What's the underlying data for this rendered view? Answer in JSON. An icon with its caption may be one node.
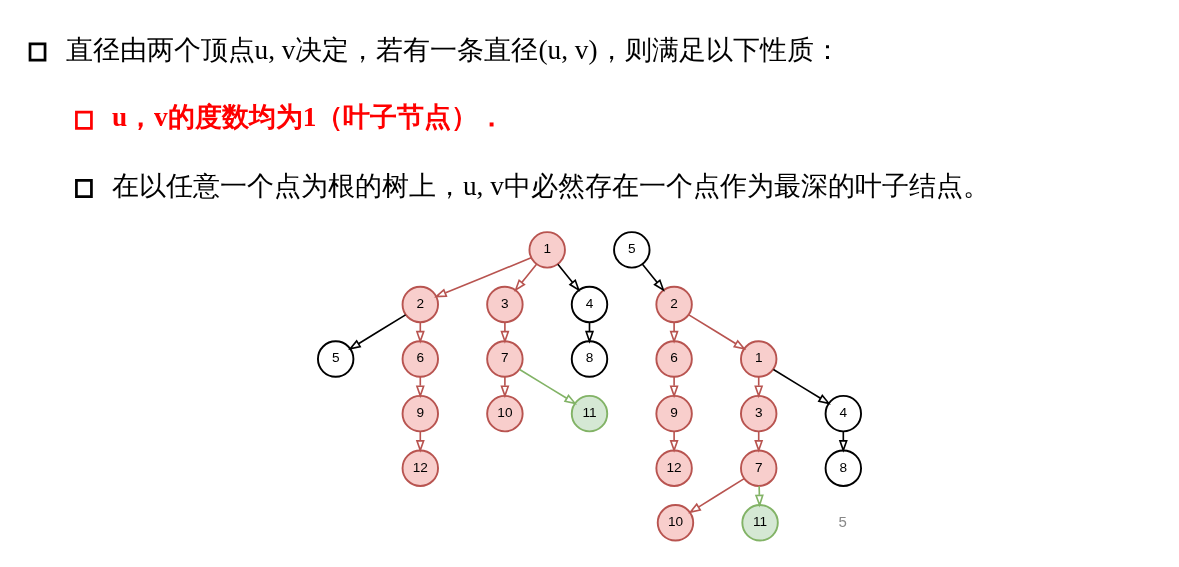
{
  "diagram": {
    "nodes": [
      {
        "text": [
          "1"
        ]
      },
      {
        "text": [
          "2"
        ]
      },
      {
        "text": [
          "3"
        ]
      },
      {
        "text": [
          "4"
        ]
      },
      {
        "text": [
          "5"
        ]
      },
      {
        "text": [
          "6"
        ]
      },
      {
        "text": [
          "7"
        ]
      },
      {
        "text": [
          "8"
        ]
      },
      {
        "text": [
          "9"
        ]
      },
      {
        "text": [
          "10"
        ]
      },
      {
        "text": [
          "11"
        ]
      },
      {
        "text": [
          "12"
        ]
      },
      {
        "text": [
          "5"
        ]
      },
      {
        "text": [
          "2"
        ]
      },
      {
        "text": [
          "6"
        ]
      },
      {
        "text": [
          "1"
        ]
      },
      {
        "text": [
          "9"
        ]
      },
      {
        "text": [
          "3"
        ]
      },
      {
        "text": [
          "4"
        ]
      },
      {
        "text": [
          "12"
        ]
      },
      {
        "text": [
          "7"
        ]
      },
      {
        "text": [
          "8"
        ]
      },
      {
        "text": [
          "10"
        ]
      },
      {
        "text": [
          "11"
        ]
      }
    ],
    "edges": [
      {
        "from": 0,
        "to": 1,
        "arrow": "to"
      },
      {
        "from": 0,
        "to": 2,
        "arrow": "to"
      },
      {
        "from": 0,
        "to": 3,
        "arrow": "to",
        "color": "#000000"
      },
      {
        "from": 1,
        "to": 4,
        "arrow": "to",
        "color": "#000000"
      },
      {
        "from": 1,
        "to": 5,
        "arrow": "to"
      },
      {
        "from": 2,
        "to": 6,
        "arrow": "to"
      },
      {
        "from": 3,
        "to": 7,
        "arrow": "to",
        "color": "#000000"
      },
      {
        "from": 5,
        "to": 8,
        "arrow": "to"
      },
      {
        "from": 6,
        "to": 9,
        "arrow": "to"
      },
      {
        "from": 6,
        "to": 10,
        "arrow": "to",
        "color": "#82b366"
      },
      {
        "from": 8,
        "to": 11,
        "arrow": "to"
      },
      {
        "from": 12,
        "to": 13,
        "arrow": "to",
        "color": "#000000"
      },
      {
        "from": 13,
        "to": 14,
        "arrow": "to"
      },
      {
        "from": 13,
        "to": 15,
        "arrow": "to"
      },
      {
        "from": 14,
        "to": 16,
        "arrow": "to"
      },
      {
        "from": 15,
        "to": 17,
        "arrow": "to"
      },
      {
        "from": 15,
        "to": 18,
        "arrow": "to",
        "color": "#000000"
      },
      {
        "from": 16,
        "to": 19,
        "arrow": "to"
      },
      {
        "from": 17,
        "to": 20,
        "arrow": "to"
      },
      {
        "from": 18,
        "to": 21,
        "arrow": "to",
        "color": "#000000"
      },
      {
        "from": 20,
        "to": 22,
        "arrow": "to"
      },
      {
        "from": 20,
        "to": 23,
        "arrow": "to",
        "color": "#82b366"
      }
    ],
    "labels": [
      "直径由两个顶点u, v决定，若有一条直径(u, v)，则满足以下性质：",
      "u，v的度数均为1（叶子节点）．",
      "在以任意一个点为根的树上，u, v中必然存在一个点作为最深的叶子结点。",
      "5"
    ]
  }
}
